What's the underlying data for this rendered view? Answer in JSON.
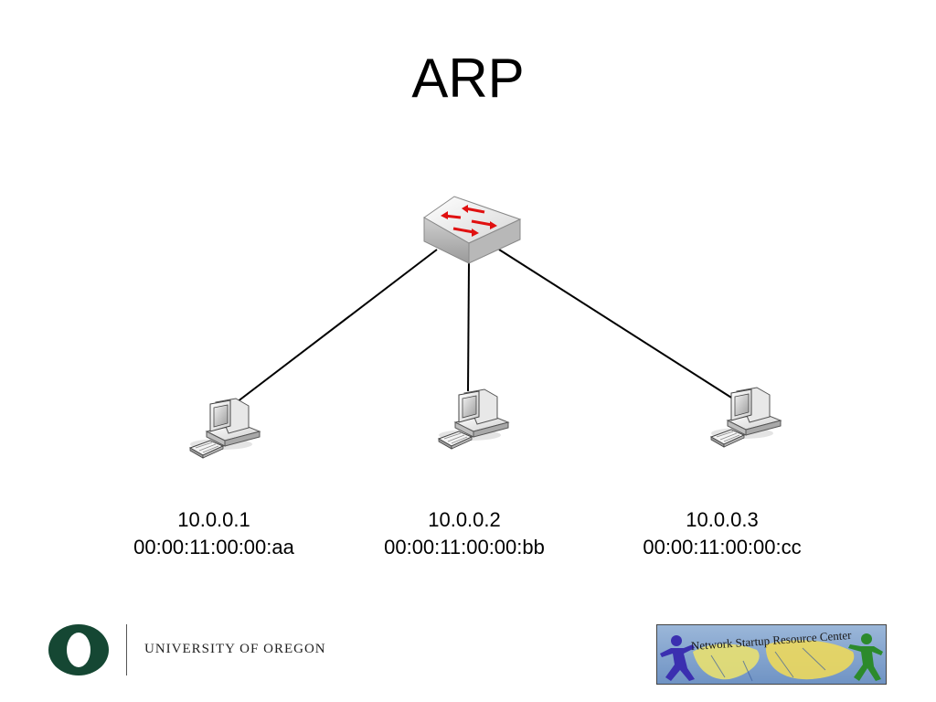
{
  "title": "ARP",
  "switch": {
    "icon": "network-switch-icon"
  },
  "hosts": [
    {
      "ip": "10.0.0.1",
      "mac": "00:00:11:00:00:aa",
      "icon": "computer-icon"
    },
    {
      "ip": "10.0.0.2",
      "mac": "00:00:11:00:00:bb",
      "icon": "computer-icon"
    },
    {
      "ip": "10.0.0.3",
      "mac": "00:00:11:00:00:cc",
      "icon": "computer-icon"
    }
  ],
  "footer": {
    "university": "UNIVERSITY OF OREGON",
    "nsrc_banner": "Network Startup Resource Center",
    "uo_color": "#154733"
  }
}
